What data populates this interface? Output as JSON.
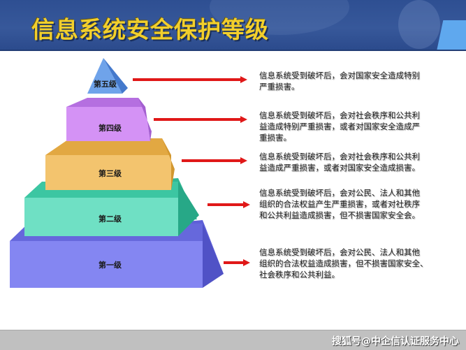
{
  "header": {
    "title": "信息系统安全保护等级",
    "colors": {
      "background": "#2e4f92",
      "title_text": "#f2cf2c",
      "accent_wedge": "#5fa8ee"
    }
  },
  "pyramid": {
    "levels": [
      {
        "label": "第五级",
        "color": "#5b8fe0",
        "description": "信息系统受到破坏后，会对国家安全造成特别严重损害。",
        "lines": [
          "信息系统受到破坏后，会对国家安全造成特别",
          "严重损害。"
        ]
      },
      {
        "label": "第四级",
        "color": "#c77ef0",
        "description": "信息系统受到破坏后，会对社会秩序和公共利益造成特别严重损害，或者对国家安全造成严重损害。",
        "lines": [
          "信息系统受到破坏后，会对社会秩序和公共利",
          "益造成特别严重损害，或者对国家安全造成严",
          "重损害。"
        ]
      },
      {
        "label": "第三级",
        "color": "#f0b95a",
        "description": "信息系统受到破坏后，会对社会秩序和公共利益造成严重损害，或者对国家安全造成损害。",
        "lines": [
          "信息系统受到破坏后，会对社会秩序和公共利",
          "益造成严重损害，或者对国家安全造成损害。"
        ]
      },
      {
        "label": "第二级",
        "color": "#4fd8b8",
        "description": "信息系统受到破坏后，会对公民、法人和其他组织的合法权益产生严重损害，或者对社秩序和公共利益造成损害，但不损害国家安全会。",
        "lines": [
          "信息系统受到破坏后，会对公民、法人和其他",
          "组织的合法权益产生严重损害，或者对社秩序",
          "和公共利益造成损害，但不损害国家安全会。"
        ]
      },
      {
        "label": "第一级",
        "color": "#7b7ef0",
        "description": "信息系统受到破坏后，会对公民、法人和其他组织的合法权益造成损害，但不损害国家安全、社会秩序和公共利益。",
        "lines": [
          "信息系统受到破坏后，会对公民、法人和其他",
          "组织的合法权益造成损害，但不损害国家安全、",
          "社会秩序和公共利益。"
        ]
      }
    ],
    "arrow_color": "#e01818"
  },
  "footer": {
    "watermark": "搜狐号@中企信认证服务中心",
    "background": "#c0c0c0"
  }
}
